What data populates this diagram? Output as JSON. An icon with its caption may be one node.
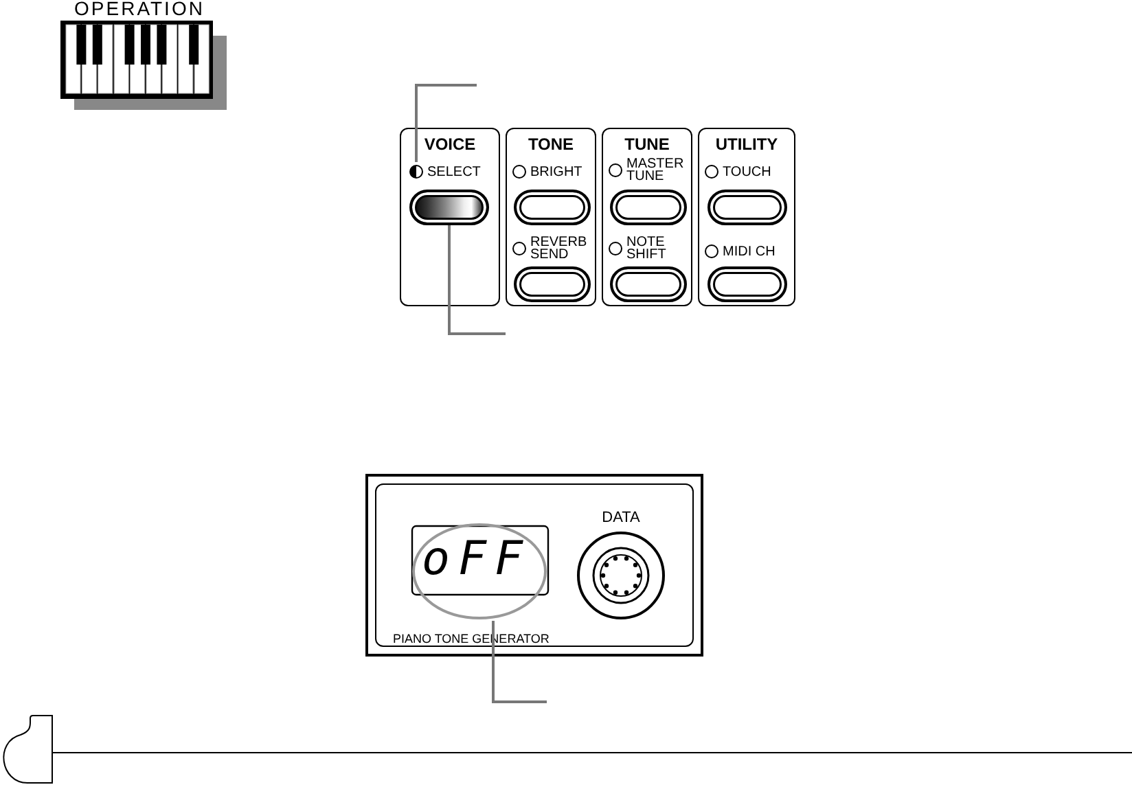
{
  "diagram": {
    "nodes": [
      {
        "text": [
          "VOICE"
        ]
      },
      {
        "text": [
          "SELECT"
        ],
        "in": 0
      },
      {
        "text": [],
        "shape": "button",
        "in": 0
      },
      {
        "text": [
          "TONE"
        ]
      },
      {
        "text": [
          "BRIGHT"
        ],
        "in": 3
      },
      {
        "text": [],
        "shape": "button",
        "in": 3
      },
      {
        "text": [
          "REVERB SEND"
        ],
        "in": 3
      },
      {
        "text": [],
        "shape": "button",
        "in": 3
      },
      {
        "text": [
          "TUNE"
        ]
      },
      {
        "text": [
          "MASTER TUNE"
        ],
        "in": 8
      },
      {
        "text": [],
        "shape": "button",
        "in": 8
      },
      {
        "text": [
          "NOTE SHIFT"
        ],
        "in": 8
      },
      {
        "text": [],
        "shape": "button",
        "in": 8
      },
      {
        "text": [
          "UTILITY"
        ]
      },
      {
        "text": [
          "TOUCH"
        ],
        "in": 13
      },
      {
        "text": [],
        "shape": "button",
        "in": 13
      },
      {
        "text": [
          "MIDI CH"
        ],
        "in": 13
      },
      {
        "text": [],
        "shape": "button",
        "in": 13
      },
      {
        "text": [
          "PIANO TONE GENERATOR"
        ]
      },
      {
        "text": [
          "oFF"
        ],
        "in": 18
      },
      {
        "text": [
          "DATA"
        ],
        "in": 18
      }
    ],
    "edges": [
      {
        "from": null,
        "to": 1,
        "arrow": "none"
      },
      {
        "from": null,
        "to": 2,
        "arrow": "none"
      },
      {
        "from": null,
        "to": 19,
        "arrow": "none"
      }
    ],
    "labels": [
      "OPERATION"
    ]
  }
}
